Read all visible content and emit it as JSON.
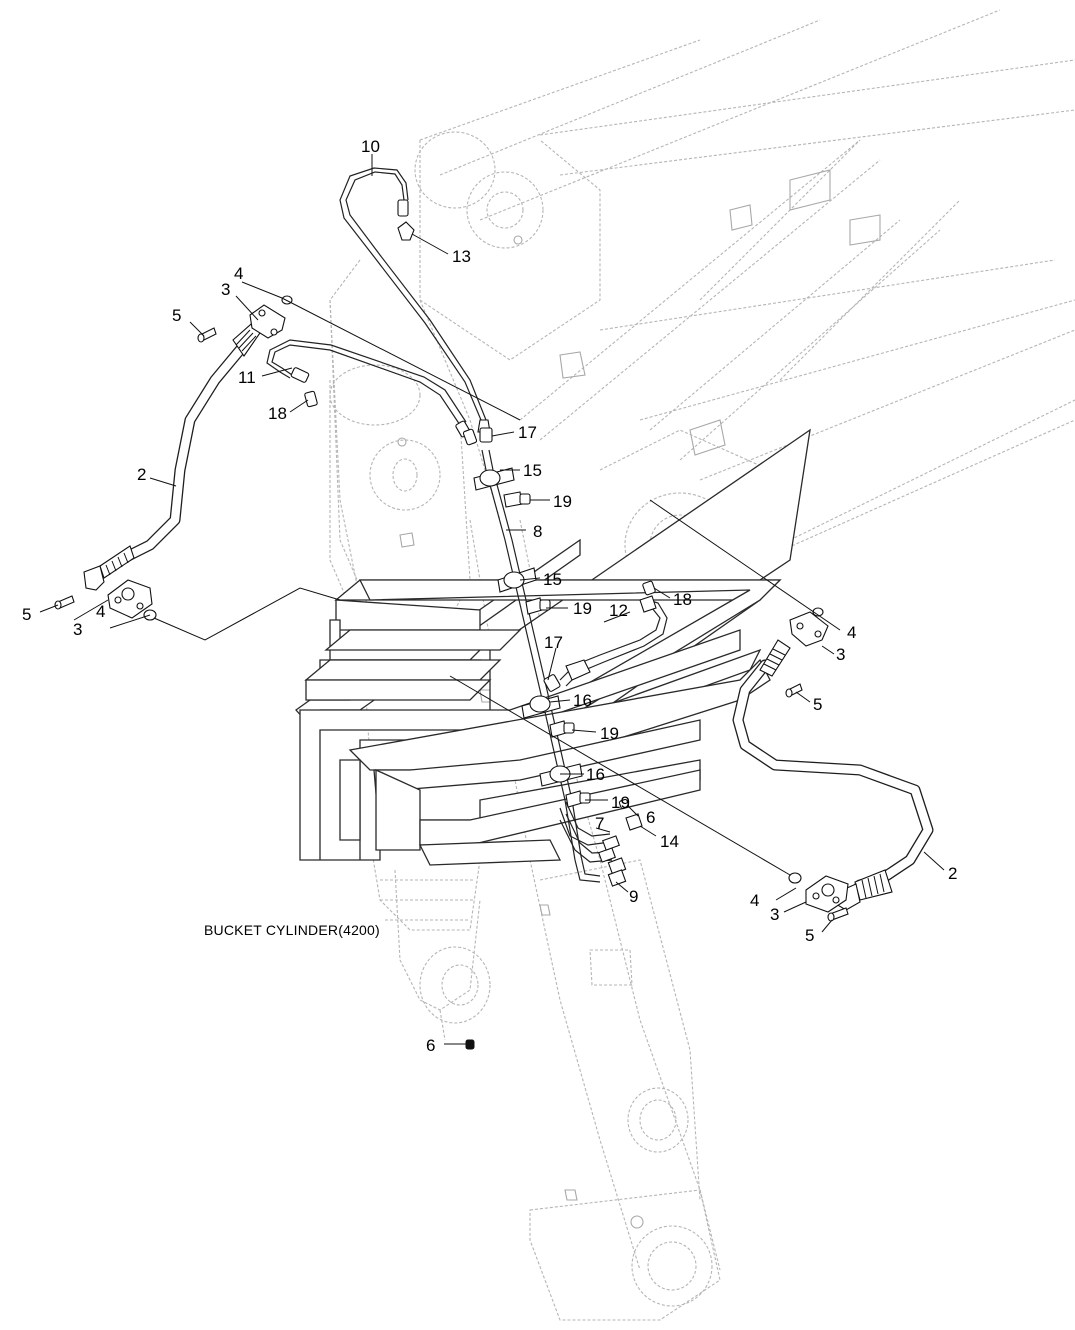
{
  "diagram": {
    "caption": "BUCKET CYLINDER(4200)",
    "callouts": [
      {
        "id": "c10",
        "label": "10"
      },
      {
        "id": "c13",
        "label": "13"
      },
      {
        "id": "c4a",
        "label": "4"
      },
      {
        "id": "c3a",
        "label": "3"
      },
      {
        "id": "c5a",
        "label": "5"
      },
      {
        "id": "c11",
        "label": "11"
      },
      {
        "id": "c18a",
        "label": "18"
      },
      {
        "id": "c17a",
        "label": "17"
      },
      {
        "id": "c15a",
        "label": "15"
      },
      {
        "id": "c19a",
        "label": "19"
      },
      {
        "id": "c8",
        "label": "8"
      },
      {
        "id": "c2a",
        "label": "2"
      },
      {
        "id": "c15b",
        "label": "15"
      },
      {
        "id": "c18b",
        "label": "18"
      },
      {
        "id": "c4b",
        "label": "4"
      },
      {
        "id": "c19b",
        "label": "19"
      },
      {
        "id": "c12",
        "label": "12"
      },
      {
        "id": "c5b",
        "label": "5"
      },
      {
        "id": "c3b",
        "label": "3"
      },
      {
        "id": "c4c",
        "label": "4"
      },
      {
        "id": "c17b",
        "label": "17"
      },
      {
        "id": "c3c",
        "label": "3"
      },
      {
        "id": "c5c",
        "label": "5"
      },
      {
        "id": "c16a",
        "label": "16"
      },
      {
        "id": "c19c",
        "label": "19"
      },
      {
        "id": "c16b",
        "label": "16"
      },
      {
        "id": "c19d",
        "label": "19"
      },
      {
        "id": "c6a",
        "label": "6"
      },
      {
        "id": "c7",
        "label": "7"
      },
      {
        "id": "c14",
        "label": "14"
      },
      {
        "id": "c2b",
        "label": "2"
      },
      {
        "id": "c9",
        "label": "9"
      },
      {
        "id": "c4d",
        "label": "4"
      },
      {
        "id": "c3d",
        "label": "3"
      },
      {
        "id": "c5d",
        "label": "5"
      },
      {
        "id": "c6b",
        "label": "6"
      }
    ]
  }
}
